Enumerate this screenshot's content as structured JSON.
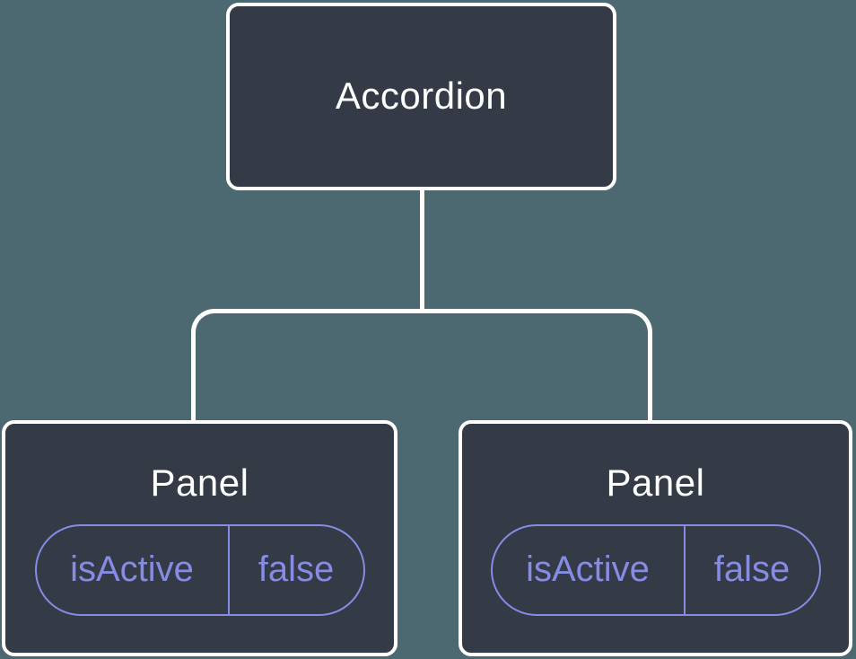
{
  "tree": {
    "root": {
      "label": "Accordion"
    },
    "children": [
      {
        "label": "Panel",
        "state": {
          "name": "isActive",
          "value": "false"
        }
      },
      {
        "label": "Panel",
        "state": {
          "name": "isActive",
          "value": "false"
        }
      }
    ]
  },
  "colors": {
    "canvas_background": "#4C6870",
    "node_background": "#343A46",
    "node_border": "#FFFFFF",
    "node_text": "#FFFFFF",
    "connector": "#FFFFFF",
    "state_accent": "#868BE4"
  }
}
